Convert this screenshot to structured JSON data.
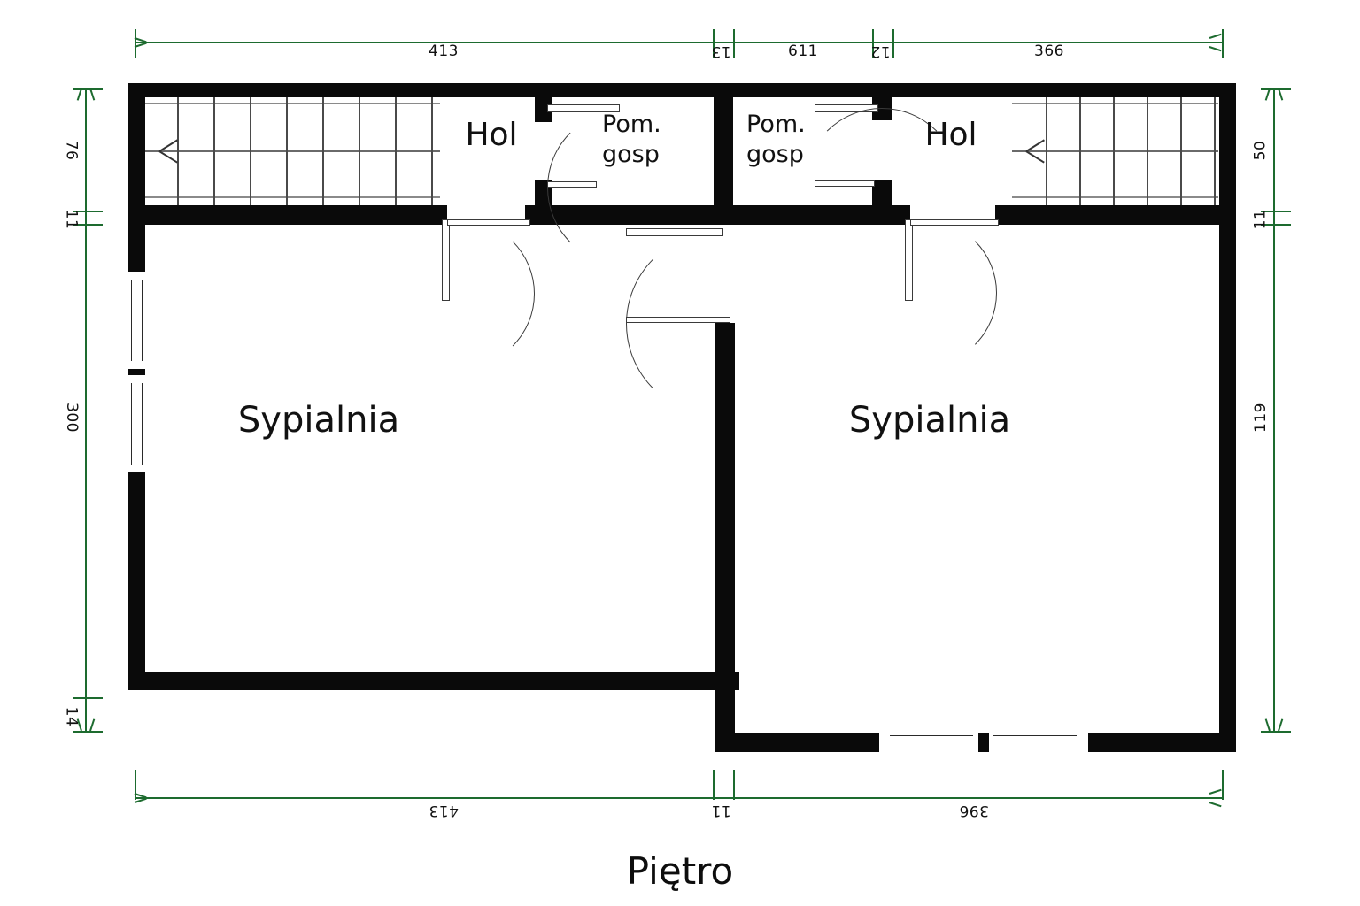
{
  "title": "Piętro",
  "colors": {
    "wall": "#0a0a0a",
    "dimension": "#1d6b2f",
    "text": "#111111",
    "background": "#ffffff"
  },
  "rooms": [
    {
      "id": "hol-left",
      "label": "Hol"
    },
    {
      "id": "pom-gosp-left",
      "label_line1": "Pom.",
      "label_line2": "gosp"
    },
    {
      "id": "pom-gosp-right",
      "label_line1": "Pom.",
      "label_line2": "gosp"
    },
    {
      "id": "hol-right",
      "label": "Hol"
    },
    {
      "id": "sypialnia-left",
      "label": "Sypialnia"
    },
    {
      "id": "sypialnia-right",
      "label": "Sypialnia"
    }
  ],
  "dimensions": {
    "top": [
      {
        "id": "top-413",
        "value": "413"
      },
      {
        "id": "top-13",
        "value": "13"
      },
      {
        "id": "top-611",
        "value": "611"
      },
      {
        "id": "top-12",
        "value": "12"
      },
      {
        "id": "top-366",
        "value": "366"
      }
    ],
    "bottom": [
      {
        "id": "bottom-413",
        "value": "413"
      },
      {
        "id": "bottom-11",
        "value": "11"
      },
      {
        "id": "bottom-396",
        "value": "396"
      }
    ],
    "left": [
      {
        "id": "left-76",
        "value": "76"
      },
      {
        "id": "left-11",
        "value": "11"
      },
      {
        "id": "left-300",
        "value": "300"
      },
      {
        "id": "left-14",
        "value": "14"
      }
    ],
    "right": [
      {
        "id": "right-50",
        "value": "50"
      },
      {
        "id": "right-11",
        "value": "11"
      },
      {
        "id": "right-119",
        "value": "119"
      }
    ]
  },
  "stairs": [
    {
      "id": "stairs-left",
      "treads": 8,
      "direction": "left"
    },
    {
      "id": "stairs-right",
      "treads": 6,
      "direction": "left"
    }
  ],
  "doors": [
    {
      "id": "door-pom-gosp-left"
    },
    {
      "id": "door-pom-gosp-right"
    },
    {
      "id": "door-sypialnia-left"
    },
    {
      "id": "door-sypialnia-right"
    },
    {
      "id": "door-hall-mid"
    }
  ],
  "windows": [
    {
      "id": "window-west-upper"
    },
    {
      "id": "window-west-lower"
    },
    {
      "id": "window-south-left"
    },
    {
      "id": "window-south-right"
    }
  ]
}
